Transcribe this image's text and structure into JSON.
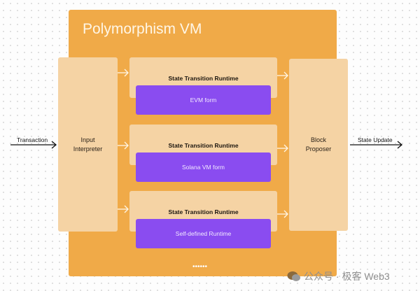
{
  "title": "Polymorphism VM",
  "input": {
    "label_line1": "Input",
    "label_line2": "Interpreter"
  },
  "proposer": {
    "label_line1": "Block",
    "label_line2": "Proposer"
  },
  "left_edge_label": "Transaction",
  "right_edge_label": "State Update",
  "runtimes": [
    {
      "label": "State Transition Runtime",
      "form": "EVM form"
    },
    {
      "label": "State Transition Runtime",
      "form": "Solana VM form"
    },
    {
      "label": "State Transition Runtime",
      "form": "Self-defined Runtime"
    }
  ],
  "pagination_dots": "••••••",
  "watermark": "公众号 · 极客 Web3",
  "colors": {
    "container": "#f0aa48",
    "box": "#f5d3a4",
    "form": "#8a4cf0"
  }
}
